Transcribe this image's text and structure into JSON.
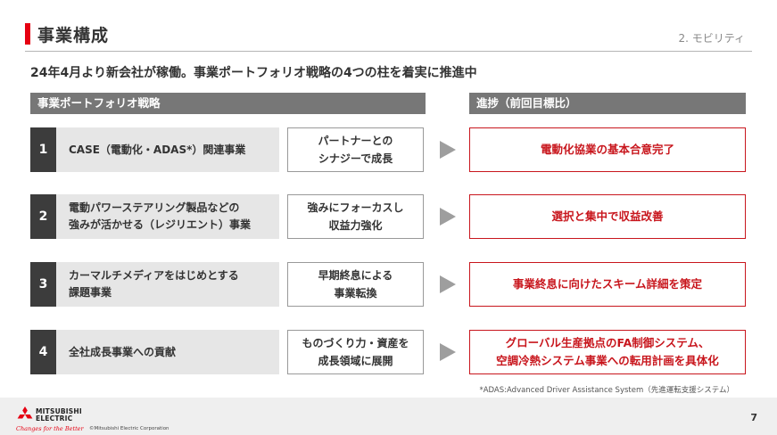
{
  "page": {
    "title": "事業構成",
    "section_label": "2. モビリティ",
    "lead": "24年4月より新会社が稼働。事業ポートフォリオ戦略の4つの柱を着実に推進中",
    "page_number": "7"
  },
  "table": {
    "header_left": "事業ポートフォリオ戦略",
    "header_right": "進捗（前回目標比）",
    "rows": [
      {
        "number": "1",
        "strategy": [
          "CASE（電動化・ADAS*）関連事業"
        ],
        "approach": [
          "パートナーとの",
          "シナジーで成長"
        ],
        "progress": [
          "電動化協業の基本合意完了"
        ]
      },
      {
        "number": "2",
        "strategy": [
          "電動パワーステアリング製品などの",
          "強みが活かせる（レジリエント）事業"
        ],
        "approach": [
          "強みにフォーカスし",
          "収益力強化"
        ],
        "progress": [
          "選択と集中で収益改善"
        ]
      },
      {
        "number": "3",
        "strategy": [
          "カーマルチメディアをはじめとする",
          "課題事業"
        ],
        "approach": [
          "早期終息による",
          "事業転換"
        ],
        "progress": [
          "事業終息に向けたスキーム詳細を策定"
        ]
      },
      {
        "number": "4",
        "strategy": [
          "全社成長事業への貢献"
        ],
        "approach": [
          "ものづくり力・資産を",
          "成長領域に展開"
        ],
        "progress": [
          "グローバル生産拠点のFA制御システム、",
          "空調冷熱システム事業への転用計画を具体化"
        ]
      }
    ],
    "footnote": "*ADAS:Advanced Driver Assistance System（先進運転支援システム）"
  },
  "footer": {
    "brand_line1": "MITSUBISHI",
    "brand_line2": "ELECTRIC",
    "tagline": "Changes for the Better",
    "copyright": "©Mitsubishi Electric Corporation"
  },
  "colors": {
    "accent_red": "#e60012",
    "progress_red": "#c8161d",
    "header_gray": "#777777",
    "number_dark": "#3c3c3c",
    "strategy_bg": "#e6e6e6"
  },
  "icons": {
    "logo": "three-diamonds-logo-icon",
    "arrow": "triangle-right-icon"
  }
}
